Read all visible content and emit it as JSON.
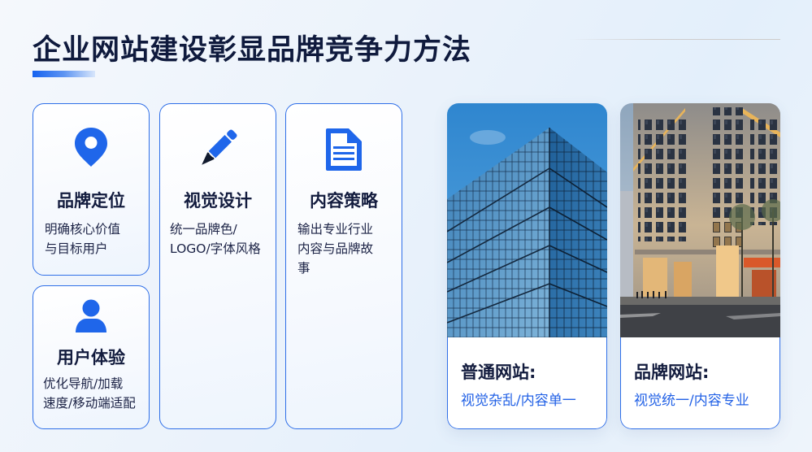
{
  "header": {
    "title": "企业网站建设彰显品牌竞争力方法"
  },
  "cards": [
    {
      "title": "品牌定位",
      "desc": [
        "明确核心价值",
        "与目标用户"
      ],
      "icon": "location-pin-icon"
    },
    {
      "title": "用户体验",
      "desc": [
        "优化导航/加载",
        "速度/移动端适配"
      ],
      "icon": "user-icon"
    },
    {
      "title": "视觉设计",
      "desc": [
        "统一品牌色/",
        "LOGO/字体风格"
      ],
      "icon": "pencil-icon"
    },
    {
      "title": "内容策略",
      "desc": [
        "输出专业行业",
        "内容与品牌故",
        "事"
      ],
      "icon": "document-icon"
    }
  ],
  "comparison": [
    {
      "title": "普通网站:",
      "subtitle": "视觉杂乱/内容单一",
      "image": "glass-office-building-photo"
    },
    {
      "title": "品牌网站:",
      "subtitle": "视觉统一/内容专业",
      "image": "classic-lit-corner-building-photo"
    }
  ],
  "colors": {
    "accent": "#2f6fe8",
    "icon_blue": "#1f66ea",
    "title_text": "#0f1a3d",
    "subtitle_blue": "#2362e6"
  }
}
